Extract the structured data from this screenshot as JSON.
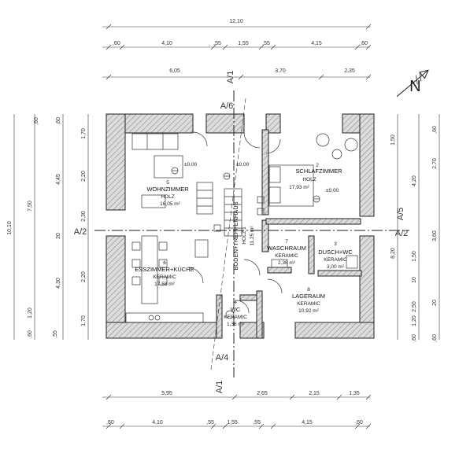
{
  "rooms": [
    {
      "no": "5",
      "name": "WOHNZIMMER",
      "floor": "HOLZ",
      "area": "16,05 m²"
    },
    {
      "no": "2",
      "name": "SCHLAFZIMMER",
      "floor": "HOLZ",
      "area": "17,93 m²"
    },
    {
      "no": "6",
      "name": "ESSZIMMER+KÜCHE",
      "floor": "KERAMIC",
      "area": "17,58 m²"
    },
    {
      "no": "7",
      "name": "WASCHRAUM",
      "floor": "KERAMIC",
      "area": "2,36 m²"
    },
    {
      "no": "3",
      "name": "DUSCH+WC",
      "floor": "KERAMIC",
      "area": "3,00 m²"
    },
    {
      "no": "8",
      "name": "LAGERAUM",
      "floor": "KERAMIC",
      "area": "10,92 m²"
    },
    {
      "no": "4",
      "name": "WC",
      "floor": "KERAMIC",
      "area": "1,36 m²"
    },
    {
      "no": "1",
      "name": "BODEN+TREPPENHAUS",
      "floor": "HOLZ",
      "area": "11,25 m²"
    }
  ],
  "levels": [
    "±0,00",
    "±0,00",
    "±0,00"
  ],
  "sections": [
    "A/1",
    "A/6",
    "A/2",
    "A/5",
    "A/2",
    "A/4",
    "A/1"
  ],
  "top_dims": {
    "overall": "12,10",
    "row1": [
      ",60",
      "4,10",
      ",55",
      "1,55",
      ",55",
      "4,15",
      ",60"
    ],
    "row2": [
      "6,05",
      "3,70",
      "2,35"
    ]
  },
  "bottom_dims": {
    "row1": [
      "5,95",
      "2,65",
      "2,15",
      "1,35"
    ],
    "row2": [
      ",60",
      "4,10",
      ",55",
      "1,55",
      ",55",
      "4,15",
      ",60"
    ]
  },
  "left_dims": {
    "overall": "10,10",
    "outer": [
      "7,50",
      "1,20",
      ",60",
      ",60"
    ],
    "middle": [
      ",60",
      "4,45",
      "20",
      "4,30",
      ",55"
    ],
    "inner": [
      "1,70",
      "2,20",
      "2,30",
      "2,20",
      "1,70"
    ]
  },
  "right_dims": {
    "inner": [
      "1,50",
      "4,20",
      "1,50",
      "10",
      "2,50",
      "1,20",
      ",60"
    ],
    "middle": [
      ",60",
      "2,70",
      "3,60",
      "20",
      "8,20",
      ",60"
    ]
  }
}
